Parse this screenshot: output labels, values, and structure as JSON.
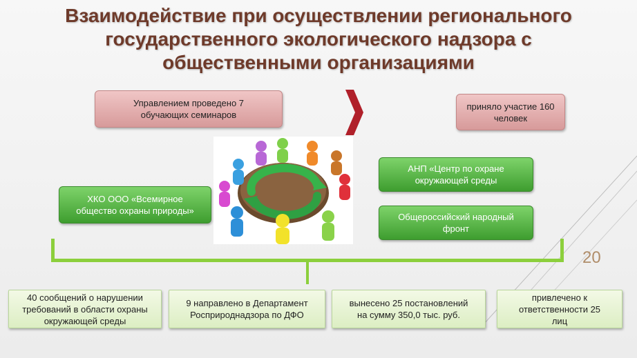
{
  "title": {
    "line1": "Взаимодействие при осуществлении регионального",
    "line2": "государственного экологического надзора с",
    "line3": "общественными организациями"
  },
  "top": {
    "seminars": "Управлением проведено 7 обучающих семинаров",
    "participants": "приняло участие 160 человек"
  },
  "orgs": {
    "wwf": "ХКО ООО «Всемирное общество охраны природы»",
    "anp": "АНП «Центр по охране окружающей среды",
    "onf": "Общероссийский народный фронт"
  },
  "results": [
    "40 сообщений о нарушении требований в области охраны окружающей среды",
    "9 направлено в Департамент Росприроднадзора по ДФО",
    "вынесено 25 постановлений на сумму 350,0 тыс. руб.",
    "привлечено к ответственности 25 лиц"
  ],
  "page_number": "20",
  "colors": {
    "title": "#6e3a2a",
    "red_box": "#d79a9a",
    "green_box": "#4caf3a",
    "bracket": "#8ccf3c",
    "arrow": "#b0202a"
  }
}
